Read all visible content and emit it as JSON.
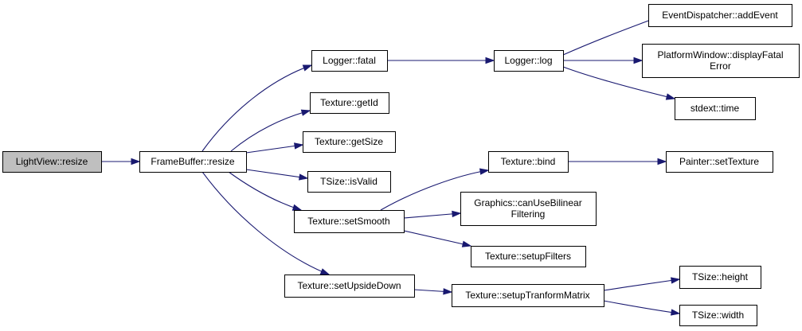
{
  "diagram": {
    "nodes": [
      {
        "id": "lightview_resize",
        "lines": [
          "LightView::resize"
        ],
        "root": true
      },
      {
        "id": "framebuffer_resize",
        "lines": [
          "FrameBuffer::resize"
        ]
      },
      {
        "id": "logger_fatal",
        "lines": [
          "Logger::fatal"
        ]
      },
      {
        "id": "texture_getid",
        "lines": [
          "Texture::getId"
        ]
      },
      {
        "id": "texture_getsize",
        "lines": [
          "Texture::getSize"
        ]
      },
      {
        "id": "tsize_isvalid",
        "lines": [
          "TSize::isValid"
        ]
      },
      {
        "id": "texture_setsmooth",
        "lines": [
          "Texture::setSmooth"
        ]
      },
      {
        "id": "texture_setupsidedown",
        "lines": [
          "Texture::setUpsideDown"
        ]
      },
      {
        "id": "logger_log",
        "lines": [
          "Logger::log"
        ]
      },
      {
        "id": "texture_bind",
        "lines": [
          "Texture::bind"
        ]
      },
      {
        "id": "graphics_canusebilinear",
        "lines": [
          "Graphics::canUseBilinear",
          "Filtering"
        ]
      },
      {
        "id": "texture_setupfilters",
        "lines": [
          "Texture::setupFilters"
        ]
      },
      {
        "id": "texture_setuptranformmatrix",
        "lines": [
          "Texture::setupTranformMatrix"
        ]
      },
      {
        "id": "eventdispatcher_addevent",
        "lines": [
          "EventDispatcher::addEvent"
        ]
      },
      {
        "id": "platformwindow_displayfatalerror",
        "lines": [
          "PlatformWindow::displayFatal",
          "Error"
        ]
      },
      {
        "id": "stdext_time",
        "lines": [
          "stdext::time"
        ]
      },
      {
        "id": "painter_settexture",
        "lines": [
          "Painter::setTexture"
        ]
      },
      {
        "id": "tsize_height",
        "lines": [
          "TSize::height"
        ]
      },
      {
        "id": "tsize_width",
        "lines": [
          "TSize::width"
        ]
      }
    ],
    "edges": [
      {
        "from": "lightview_resize",
        "to": "framebuffer_resize"
      },
      {
        "from": "framebuffer_resize",
        "to": "logger_fatal"
      },
      {
        "from": "framebuffer_resize",
        "to": "texture_getid"
      },
      {
        "from": "framebuffer_resize",
        "to": "texture_getsize"
      },
      {
        "from": "framebuffer_resize",
        "to": "tsize_isvalid"
      },
      {
        "from": "framebuffer_resize",
        "to": "texture_setsmooth"
      },
      {
        "from": "framebuffer_resize",
        "to": "texture_setupsidedown"
      },
      {
        "from": "logger_fatal",
        "to": "logger_log"
      },
      {
        "from": "logger_log",
        "to": "eventdispatcher_addevent"
      },
      {
        "from": "logger_log",
        "to": "platformwindow_displayfatalerror"
      },
      {
        "from": "logger_log",
        "to": "stdext_time"
      },
      {
        "from": "texture_setsmooth",
        "to": "texture_bind"
      },
      {
        "from": "texture_setsmooth",
        "to": "graphics_canusebilinear"
      },
      {
        "from": "texture_setsmooth",
        "to": "texture_setupfilters"
      },
      {
        "from": "texture_bind",
        "to": "painter_settexture"
      },
      {
        "from": "texture_setupsidedown",
        "to": "texture_setuptranformmatrix"
      },
      {
        "from": "texture_setuptranformmatrix",
        "to": "tsize_height"
      },
      {
        "from": "texture_setuptranformmatrix",
        "to": "tsize_width"
      }
    ],
    "colors": {
      "edge": "#191970",
      "root_fill": "#bfbfbf",
      "node_fill": "#ffffff",
      "border": "#000000"
    }
  }
}
